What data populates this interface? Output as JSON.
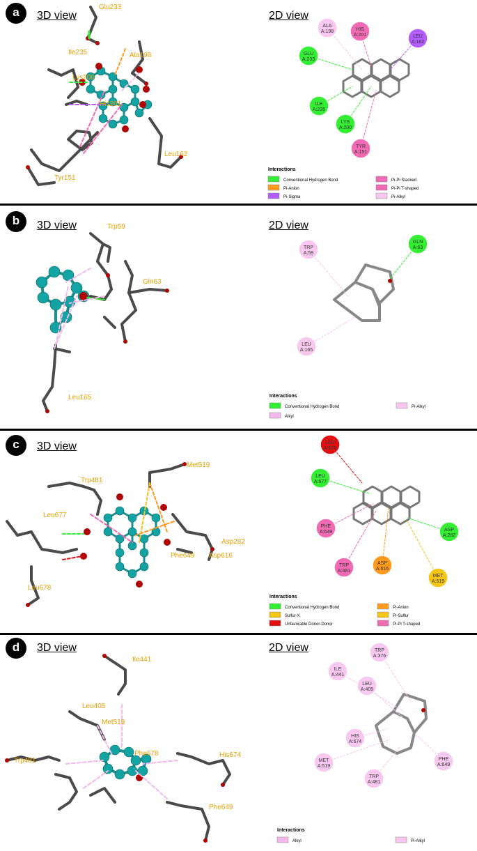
{
  "colors": {
    "hbond": "#33ee33",
    "pi_anion": "#ff9a1f",
    "pi_sigma": "#b45cff",
    "pi_pi": "#f06ab4",
    "pi_alkyl": "#f8c8f0",
    "alkyl": "#f4b8ee",
    "sulfur": "#f5c518",
    "unfav": "#e01010",
    "residue_label": "#e8a000",
    "ligand_carbon": "#14a3a3",
    "oxygen": "#b00000"
  },
  "panels": [
    {
      "badge": "a",
      "view3d": "3D view",
      "view2d": "2D view",
      "residues3d": [
        "Glu233",
        "Ile235",
        "Ala198",
        "Lys200",
        "His201",
        "Leu162",
        "Tyr151"
      ],
      "nodes": [
        {
          "label": "ALA\nA:198",
          "type": "pi_alkyl"
        },
        {
          "label": "HIS\nA:201",
          "type": "pi_pi"
        },
        {
          "label": "LEU\nA:162",
          "type": "pi_sigma"
        },
        {
          "label": "GLU\nA:233",
          "type": "hbond"
        },
        {
          "label": "ILE\nA:235",
          "type": "hbond"
        },
        {
          "label": "LYS\nA:200",
          "type": "hbond"
        },
        {
          "label": "TYR\nA:151",
          "type": "pi_pi"
        }
      ],
      "legend_title": "Interactions",
      "legend": [
        {
          "label": "Conventional Hydrogen Bond",
          "type": "hbond"
        },
        {
          "label": "Pi-Pi Stacked",
          "type": "pi_pi"
        },
        {
          "label": "Pi-Anion",
          "type": "pi_anion"
        },
        {
          "label": "Pi-Pi T-shaped",
          "type": "pi_pi"
        },
        {
          "label": "Pi-Sigma",
          "type": "pi_sigma"
        },
        {
          "label": "Pi-Alkyl",
          "type": "pi_alkyl"
        }
      ]
    },
    {
      "badge": "b",
      "view3d": "3D view",
      "view2d": "2D view",
      "residues3d": [
        "Trp59",
        "Gln63",
        "Leu165"
      ],
      "nodes": [
        {
          "label": "TRP\nA:59",
          "type": "pi_alkyl"
        },
        {
          "label": "GLN\nA:63",
          "type": "hbond"
        },
        {
          "label": "LEU\nA:165",
          "type": "pi_alkyl"
        }
      ],
      "legend_title": "Interactions",
      "legend": [
        {
          "label": "Conventional Hydrogen Bond",
          "type": "hbond"
        },
        {
          "label": "Pi-Alkyl",
          "type": "pi_alkyl"
        },
        {
          "label": "Alkyl",
          "type": "alkyl"
        }
      ]
    },
    {
      "badge": "c",
      "view3d": "3D view",
      "view2d": "",
      "residues3d": [
        "Met519",
        "Trp481",
        "Leu677",
        "Asp282",
        "Phe649",
        "Asp616",
        "Leu678"
      ],
      "nodes": [
        {
          "label": "LEU\nA:678",
          "type": "unfav"
        },
        {
          "label": "LEU\nA:677",
          "type": "hbond"
        },
        {
          "label": "PHE\nA:649",
          "type": "pi_pi"
        },
        {
          "label": "ASP\nA:282",
          "type": "hbond"
        },
        {
          "label": "TRP\nA:481",
          "type": "pi_pi"
        },
        {
          "label": "ASP\nA:616",
          "type": "pi_anion"
        },
        {
          "label": "MET\nA:519",
          "type": "sulfur"
        }
      ],
      "legend_title": "Interactions",
      "legend": [
        {
          "label": "Conventional Hydrogen Bond",
          "type": "hbond"
        },
        {
          "label": "Pi-Anion",
          "type": "pi_anion"
        },
        {
          "label": "Sulfur-X",
          "type": "sulfur"
        },
        {
          "label": "Pi-Sulfur",
          "type": "sulfur"
        },
        {
          "label": "Unfavorable Donor-Donor",
          "type": "unfav"
        },
        {
          "label": "Pi-Pi T-shaped",
          "type": "pi_pi"
        }
      ]
    },
    {
      "badge": "d",
      "view3d": "3D view",
      "view2d": "2D view",
      "residues3d": [
        "Ile441",
        "Leu405",
        "Met519",
        "Trp481",
        "Phe678",
        "His674",
        "Phe649"
      ],
      "nodes": [
        {
          "label": "TRP\nA:376",
          "type": "pi_alkyl"
        },
        {
          "label": "ILE\nA:441",
          "type": "pi_alkyl"
        },
        {
          "label": "LEU\nA:405",
          "type": "pi_alkyl"
        },
        {
          "label": "HIS\nA:674",
          "type": "pi_alkyl"
        },
        {
          "label": "MET\nA:519",
          "type": "pi_alkyl"
        },
        {
          "label": "TRP\nA:481",
          "type": "pi_alkyl"
        },
        {
          "label": "PHE\nA:649",
          "type": "pi_alkyl"
        }
      ],
      "legend_title": "Interactions",
      "legend": [
        {
          "label": "Alkyl",
          "type": "alkyl"
        },
        {
          "label": "Pi-Alkyl",
          "type": "pi_alkyl"
        }
      ]
    }
  ]
}
